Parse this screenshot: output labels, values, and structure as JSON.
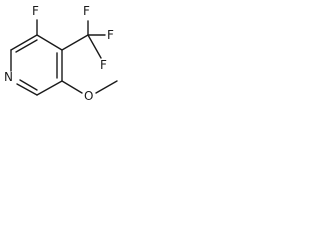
{
  "molecule": {
    "atoms": {
      "ring_nitrogen": "N",
      "fluorine_ring": "F",
      "fluorine_cf3_top": "F",
      "fluorine_cf3_right": "F",
      "fluorine_cf3_bottom": "F",
      "oxygen": "O"
    }
  }
}
